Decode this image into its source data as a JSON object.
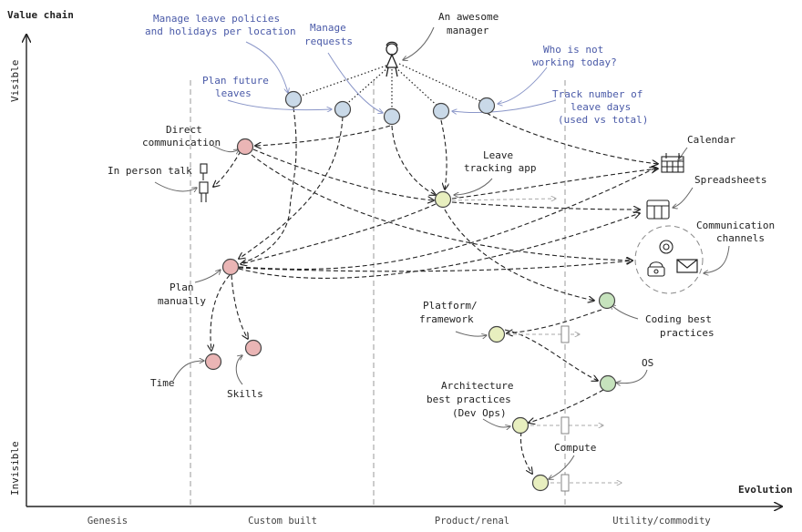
{
  "axes": {
    "y_title": "Value chain",
    "x_title": "Evolution",
    "visible": "Visible",
    "invisible": "Invisible",
    "stages": [
      "Genesis",
      "Custom built",
      "Product/renal",
      "Utility/commodity"
    ]
  },
  "labels": {
    "manager": "An awesome manager",
    "manage_policies": "Manage leave policies and holidays per location",
    "manage_requests": "Manage requests",
    "who_not_working": "Who is not working today?",
    "plan_future": "Plan future leaves",
    "track_days": "Track number of leave days (used vs total)",
    "direct_comm": "Direct communication",
    "in_person": "In person talk",
    "leave_app": "Leave tracking app",
    "calendar": "Calendar",
    "spreadsheets": "Spreadsheets",
    "comm_channels": "Communication channels",
    "plan_manually": "Plan manually",
    "time": "Time",
    "skills": "Skills",
    "platform": "Platform/ framework",
    "coding": "Coding best practices",
    "arch": "Architecture best practices (Dev Ops)",
    "os": "OS",
    "compute": "Compute"
  },
  "colors": {
    "need": "#c9d9e8",
    "custom": "#eab5b5",
    "product": "#e8efbf",
    "commodity": "#c6e3bd",
    "user_text": "#4a5aa8"
  }
}
